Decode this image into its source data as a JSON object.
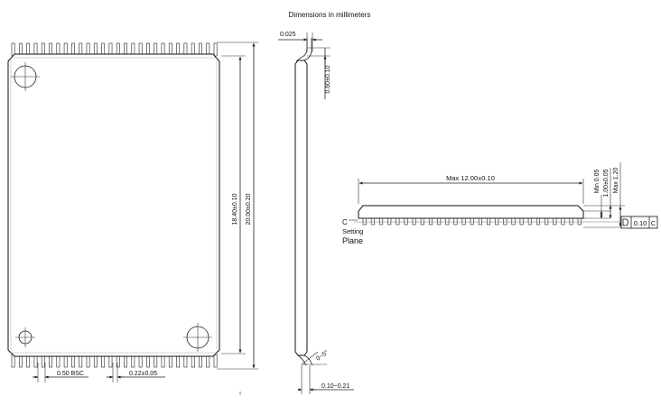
{
  "title": "Dimensions in millimeters",
  "top_view": {
    "dim_height_inner": "18.40±0.10",
    "dim_height_outer": "20.00±0.20",
    "dim_pitch": "0.50 BSC",
    "dim_lead_width": "0.22±0.05",
    "pin_count_per_side": 28
  },
  "side_view": {
    "dim_lead_thickness": "0.025",
    "dim_lead_length": "0.60±0.10",
    "dim_angle": "0~5°",
    "dim_standoff_range": "0.10~0.21"
  },
  "end_view": {
    "dim_body_width": "Max 12.00±0.10",
    "dim_min": "Min 0.05",
    "dim_body_thickness": "1.00±0.05",
    "dim_max_height": "Max 1.20",
    "datum_letter": "C",
    "seating_label_line1": "Setting",
    "seating_label_line2": "Plane",
    "coplanarity_value": "0.10",
    "coplanarity_datum": "C"
  }
}
